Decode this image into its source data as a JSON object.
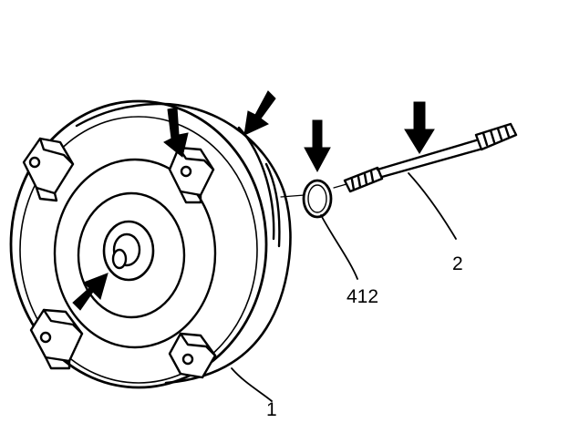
{
  "callouts": {
    "converter": "1",
    "tool": "2",
    "seal_ring": "412"
  }
}
